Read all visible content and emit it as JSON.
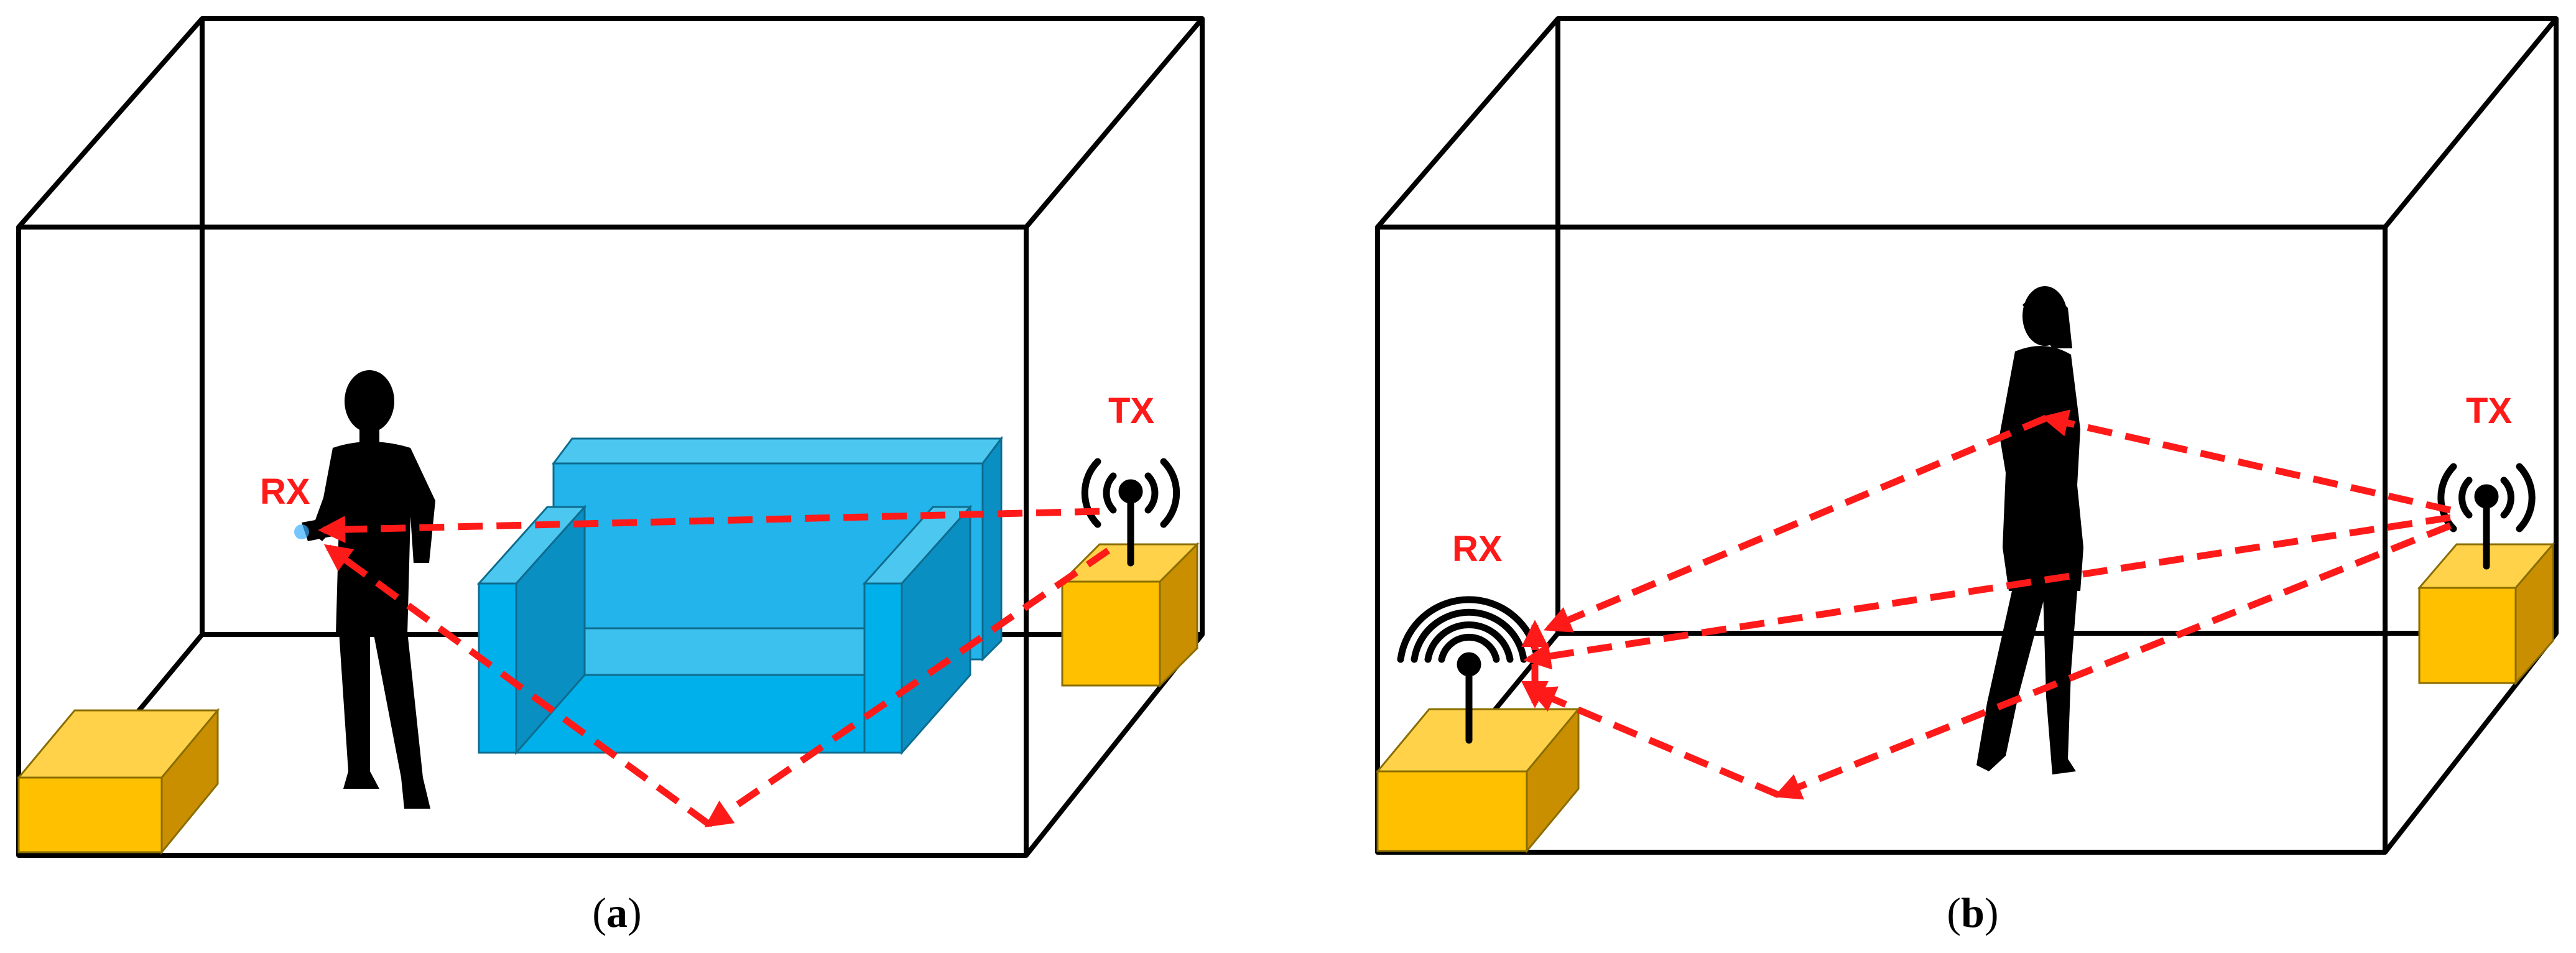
{
  "panel_a": {
    "caption_open": "(",
    "caption_letter": "a",
    "caption_close": ")",
    "rx_label": "RX",
    "tx_label": "TX"
  },
  "panel_b": {
    "caption_open": "(",
    "caption_letter": "b",
    "caption_close": ")",
    "rx_label": "RX",
    "tx_label": "TX"
  },
  "colors": {
    "signal": "#ff1a1a",
    "label": "#ff1a1a",
    "sofa": "#00b0ea",
    "box": "#ffc000",
    "outline": "#000000"
  },
  "icons": [
    "person-silhouette-icon",
    "woman-silhouette-icon",
    "antenna-icon",
    "sofa-icon",
    "box-icon"
  ]
}
